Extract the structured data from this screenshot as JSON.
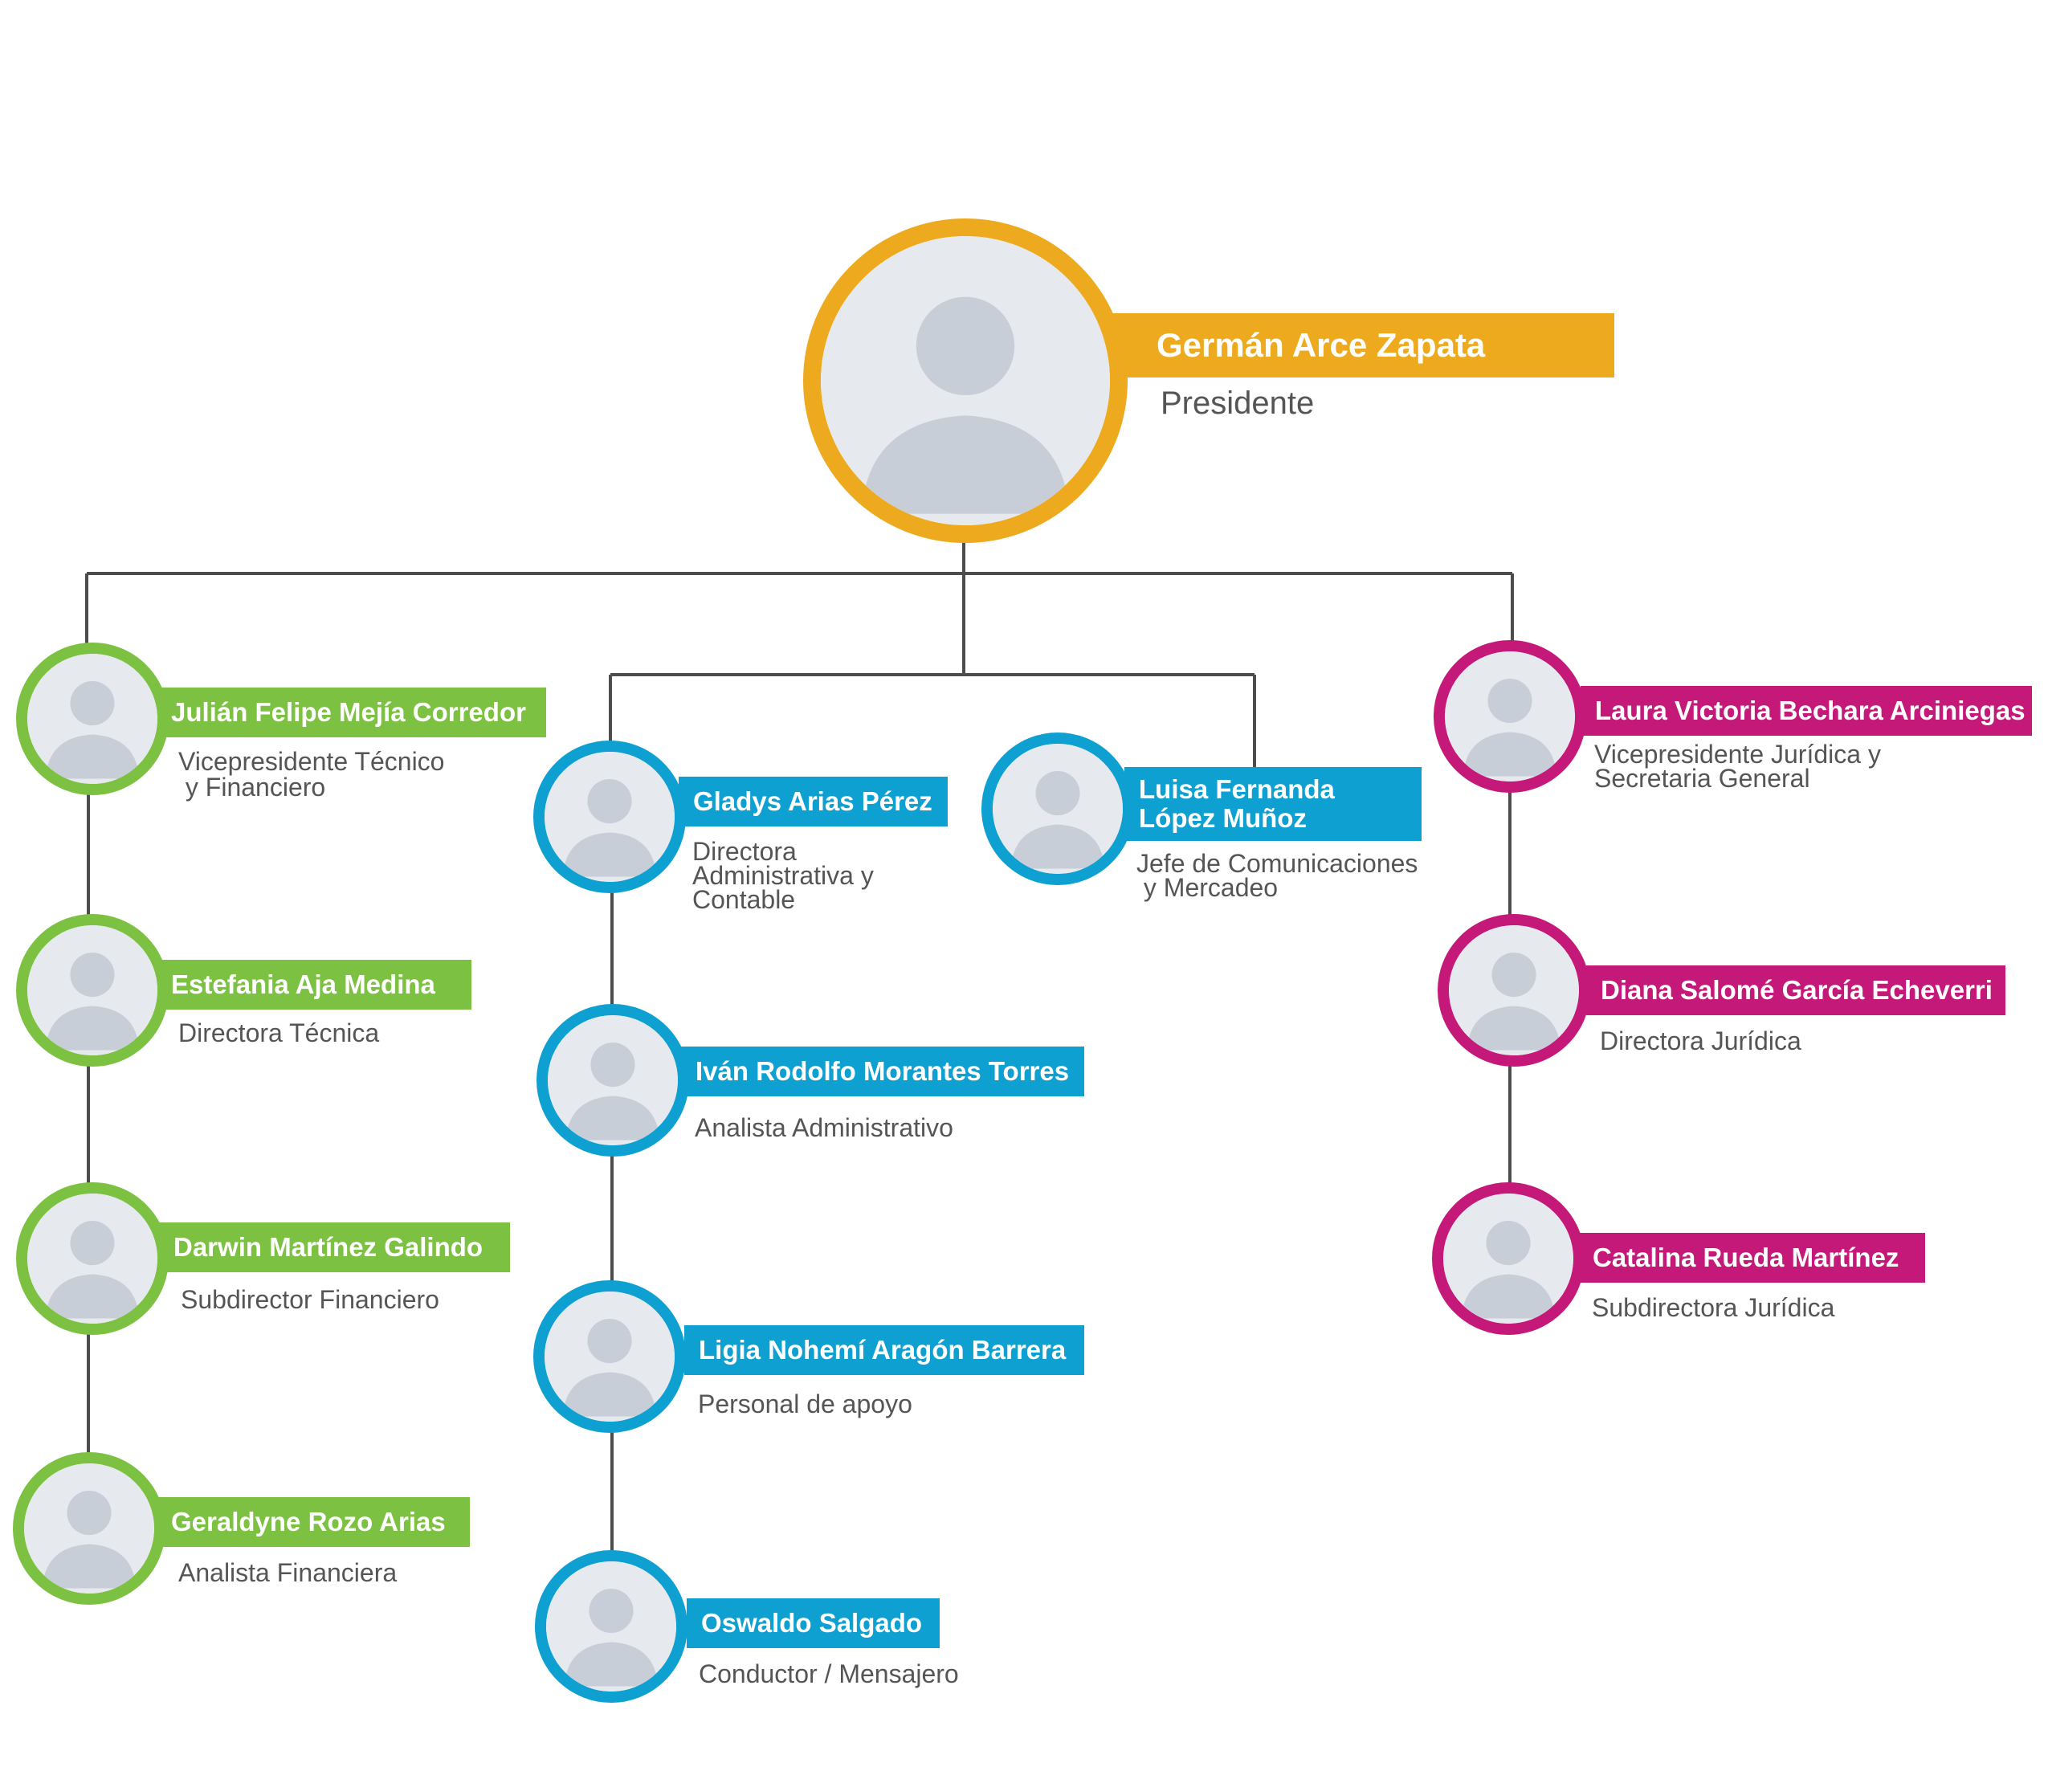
{
  "colors": {
    "green": "#7dc142",
    "blue": "#0fa0d2",
    "magenta": "#c5197a",
    "gold": "#eeaa1e",
    "line": "#4d4d4d",
    "role_text": "#555555"
  },
  "avatar_icon": "person-photo-icon",
  "president": {
    "name": "Germán Arce Zapata",
    "role": "Presidente"
  },
  "left": [
    {
      "name": "Julián Felipe Mejía Corredor",
      "role_lines": [
        "Vicepresidente Técnico",
        " y Financiero"
      ]
    },
    {
      "name": "Estefania Aja Medina",
      "role_lines": [
        "Directora Técnica"
      ]
    },
    {
      "name": "Darwin Martínez Galindo",
      "role_lines": [
        "Subdirector Financiero"
      ]
    },
    {
      "name": "Geraldyne Rozo Arias",
      "role_lines": [
        "Analista Financiera"
      ]
    }
  ],
  "center": [
    {
      "name": "Gladys Arias Pérez",
      "role_lines": [
        "Directora",
        "Administrativa y",
        "Contable"
      ]
    },
    {
      "name": "Iván Rodolfo Morantes Torres",
      "role_lines": [
        "Analista Administrativo"
      ]
    },
    {
      "name": "Ligia Nohemí Aragón Barrera",
      "role_lines": [
        "Personal de apoyo"
      ]
    },
    {
      "name": "Oswaldo Salgado",
      "role_lines": [
        "Conductor / Mensajero"
      ]
    }
  ],
  "communications": {
    "name_lines": [
      "Luisa Fernanda",
      "López Muñoz"
    ],
    "role_lines": [
      "Jefe de Comunicaciones",
      " y Mercadeo"
    ]
  },
  "right": [
    {
      "name": "Laura Victoria Bechara Arciniegas",
      "role_lines": [
        "Vicepresidente Jurídica y",
        "Secretaria General"
      ]
    },
    {
      "name": "Diana Salomé García Echeverri",
      "role_lines": [
        "Directora Jurídica"
      ]
    },
    {
      "name": "Catalina Rueda Martínez",
      "role_lines": [
        "Subdirectora Jurídica"
      ]
    }
  ]
}
